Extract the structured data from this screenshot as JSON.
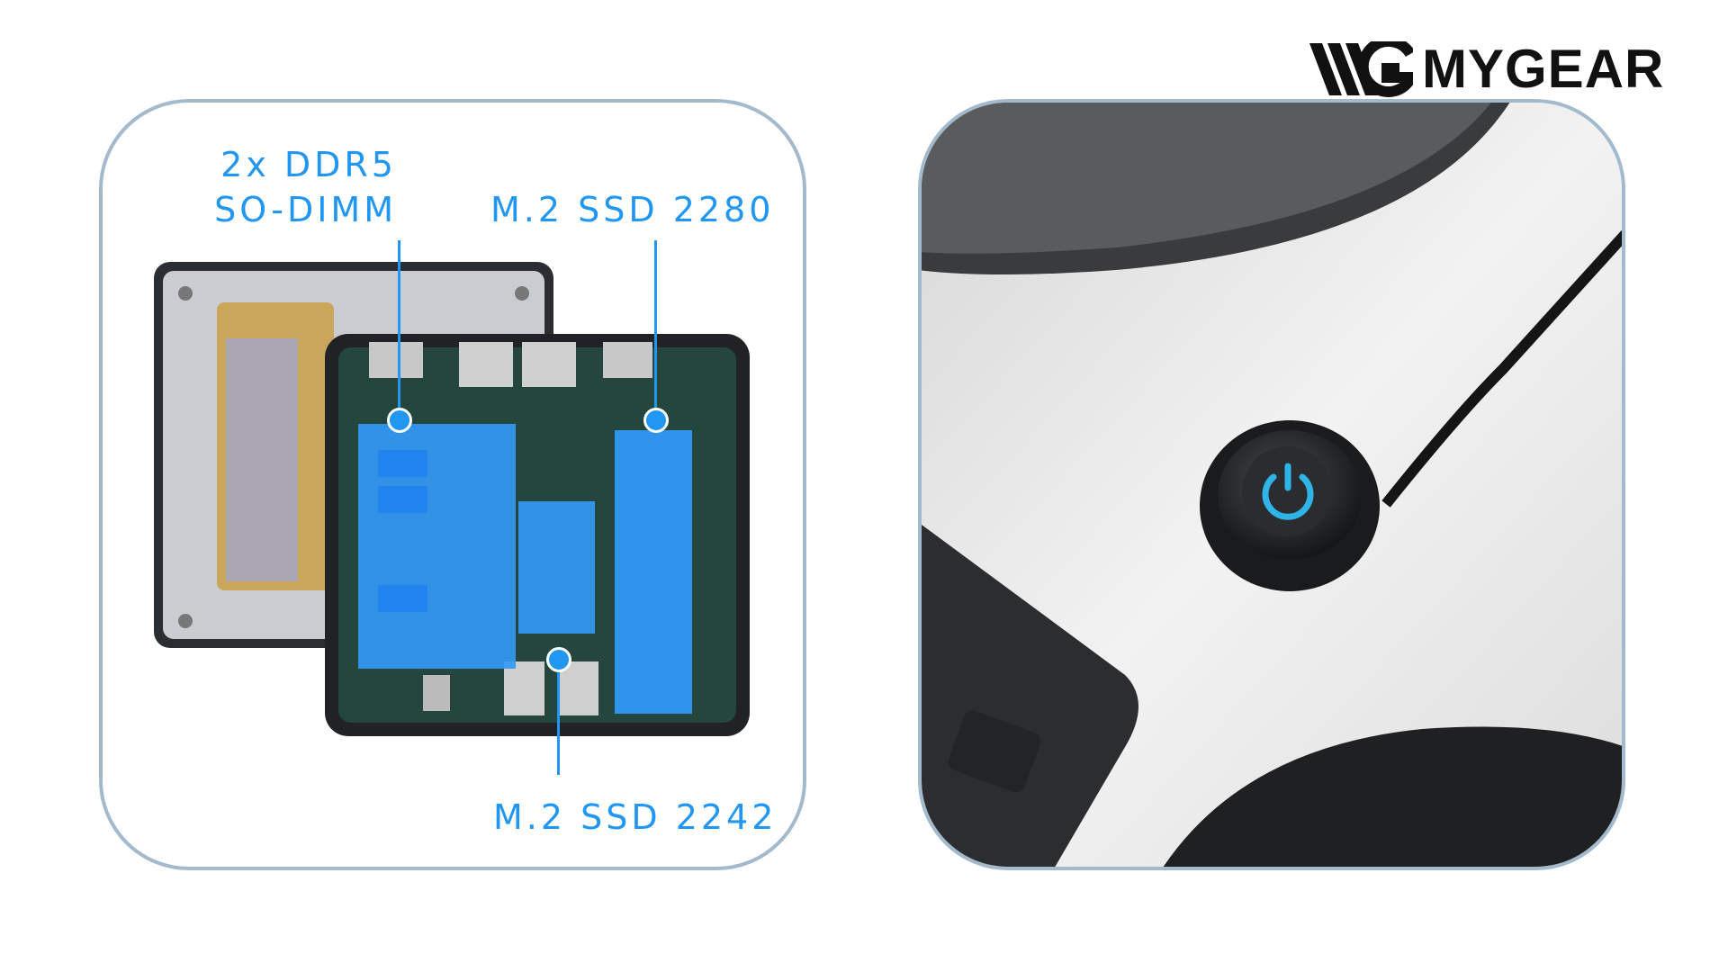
{
  "brand": {
    "name": "MYGEAR"
  },
  "left_panel": {
    "labels": {
      "ddr_line1": "2x DDR5",
      "ddr_line2": "SO-DIMM",
      "ssd_2280": "M.2 SSD 2280",
      "ssd_2242": "M.2 SSD 2242"
    },
    "highlight_color": "#2196f3"
  },
  "right_panel": {
    "subject": "power-button-photo"
  }
}
